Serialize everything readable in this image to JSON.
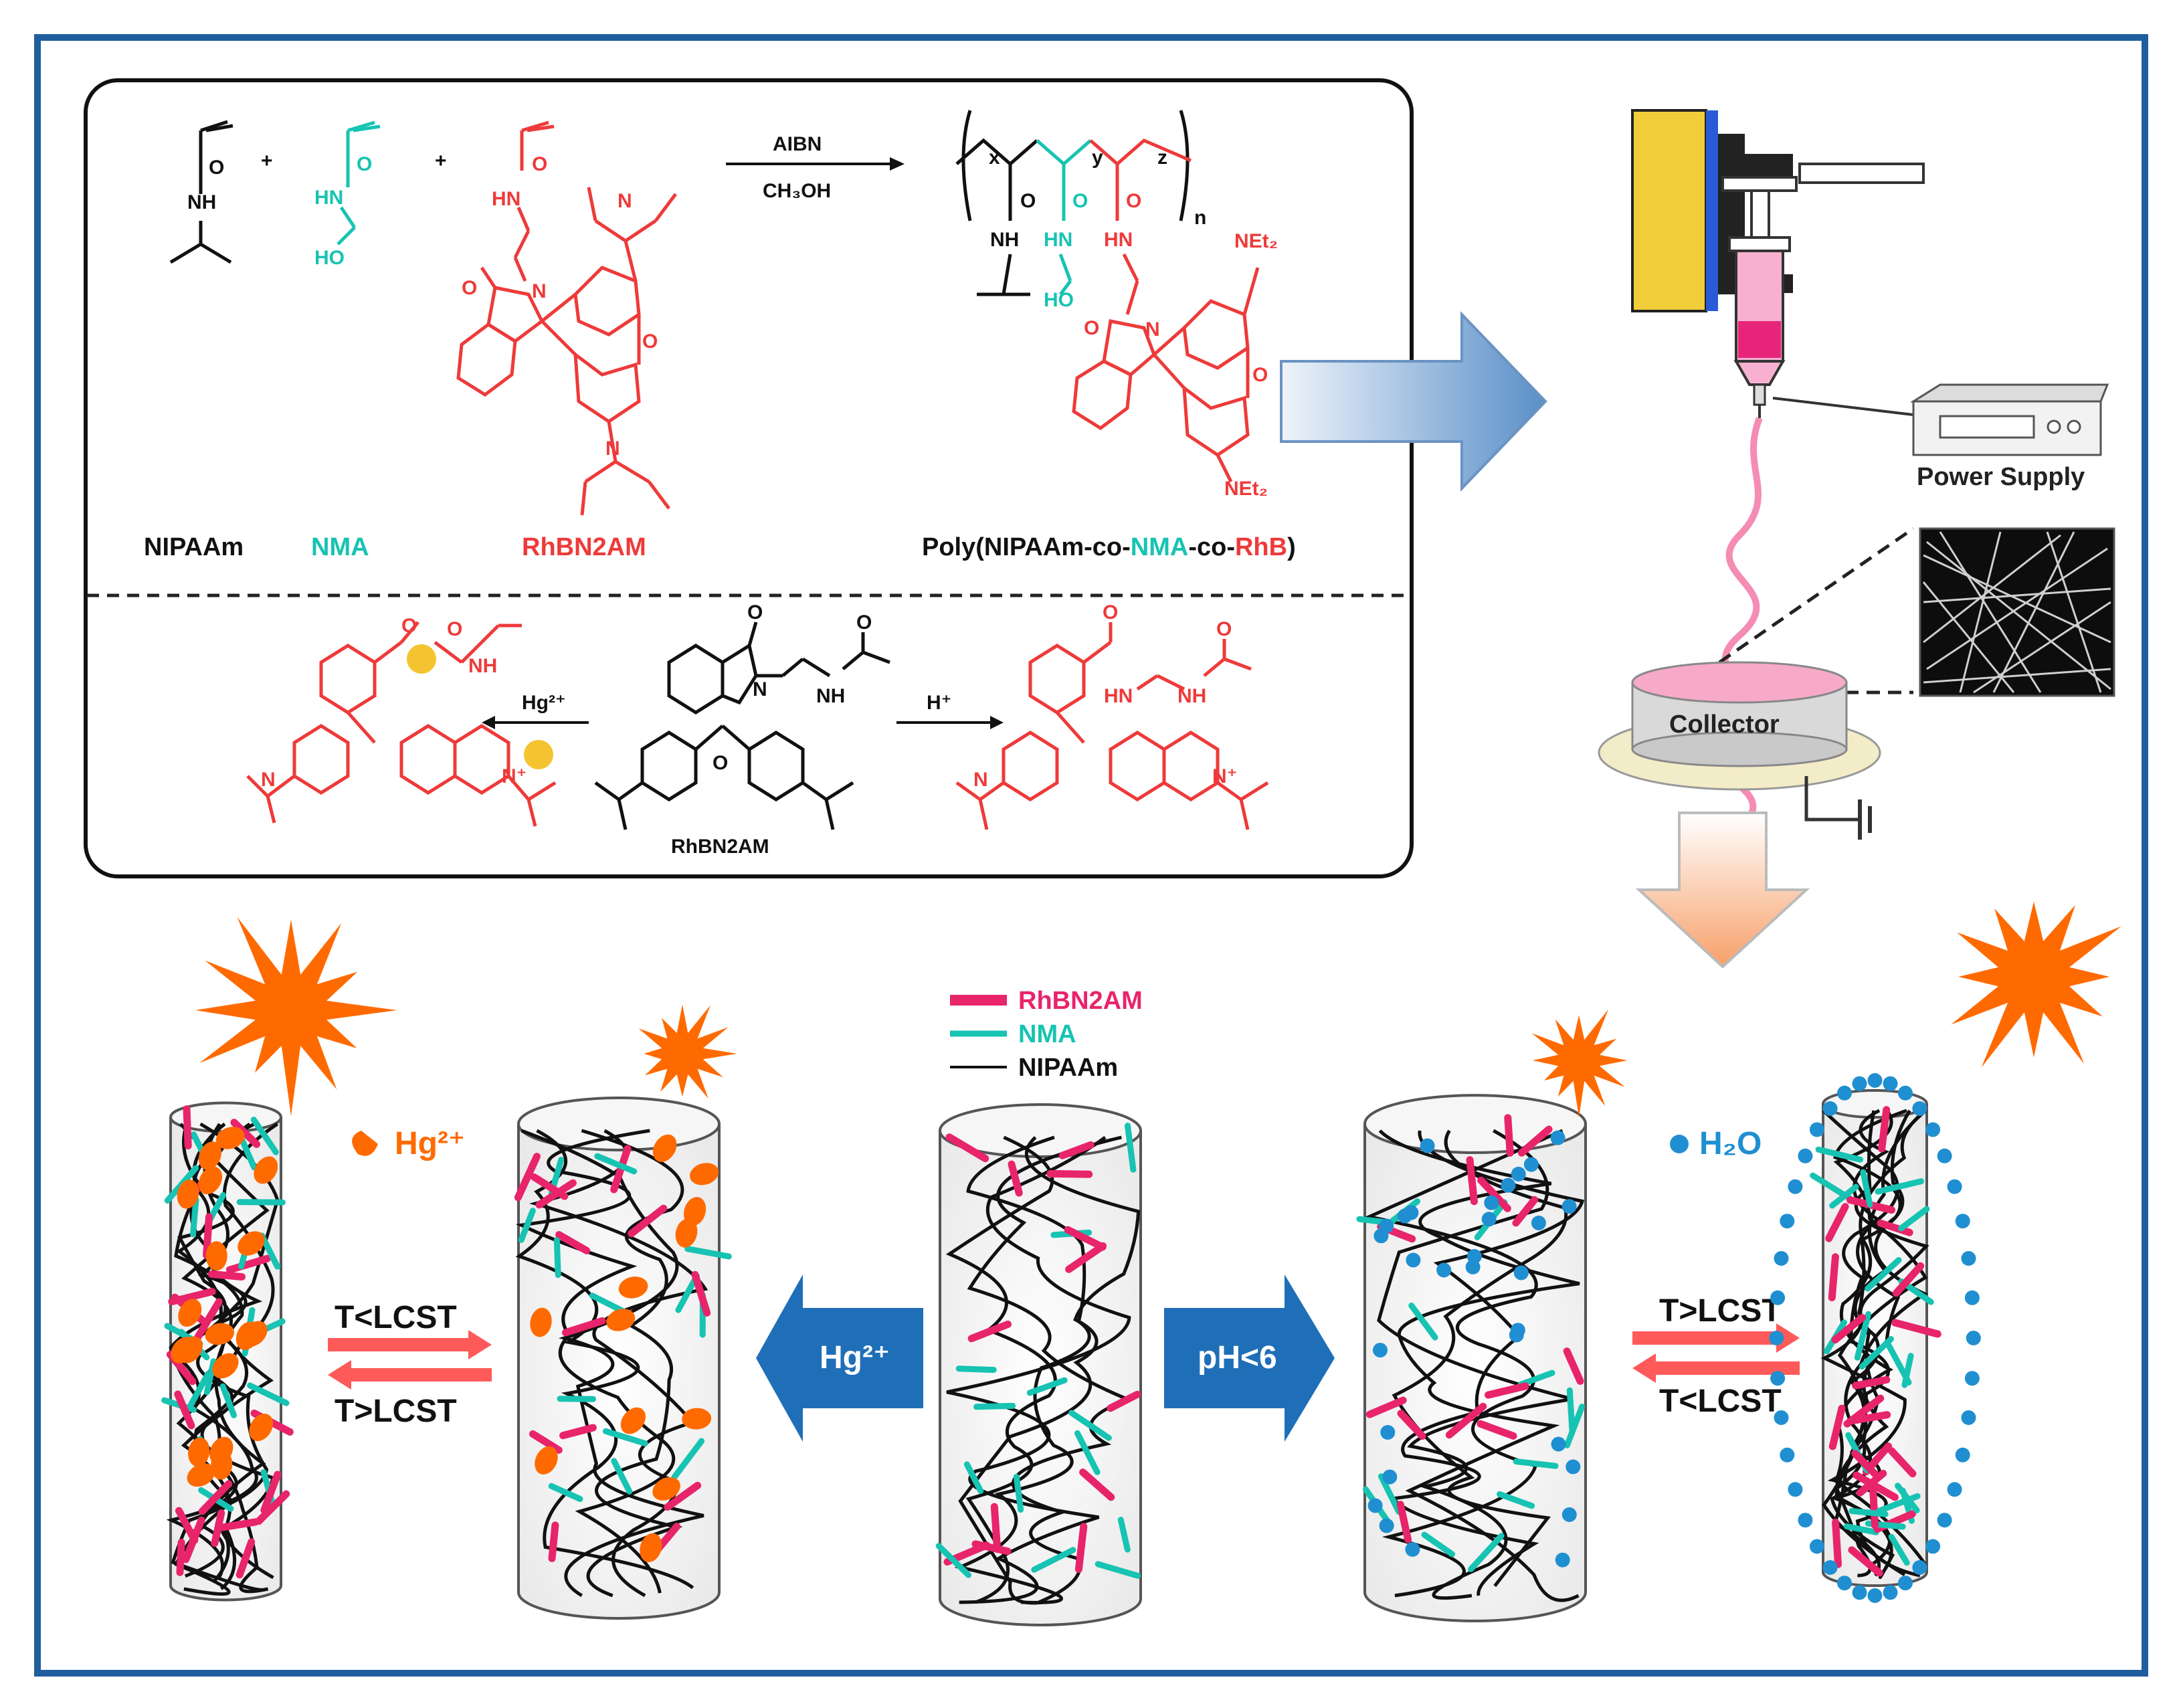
{
  "colors": {
    "frame": "#1f5e9e",
    "red": "#ee3a3a",
    "teal": "#17c3b2",
    "black": "#111111",
    "pink": "#e8246a",
    "orange": "#ff6a00",
    "blue_dot": "#1f8fd1",
    "blue_arrow": "#1f6fb8",
    "yellow": "#f4c430",
    "lcst_arrow": "#ff5a5a"
  },
  "reaction": {
    "reagent_top": "AIBN",
    "reagent_bottom": "CH₃OH",
    "plus": "+",
    "monomers": [
      {
        "name": "NIPAAm",
        "color": "black"
      },
      {
        "name": "NMA",
        "color": "teal"
      },
      {
        "name": "RhBN2AM",
        "color": "red"
      }
    ],
    "product": {
      "prefix": "Poly(NIPAAm-co-",
      "nma": "NMA",
      "mid": "-co-",
      "rhb": "RhB",
      "suffix": ")"
    },
    "atoms": {
      "o": "O",
      "nh": "NH",
      "hn": "HN",
      "ho": "HO",
      "n": "N",
      "x": "x",
      "y": "y",
      "z": "z",
      "n_sub": "n",
      "net2": "NEt₂"
    }
  },
  "sensing": {
    "hg_label": "Hg²⁺",
    "h_label": "H⁺",
    "center_label": "RhBN2AM",
    "n_plus": "N⁺"
  },
  "electrospinning": {
    "power_supply": "Power Supply",
    "collector": "Collector"
  },
  "legend": [
    {
      "label": "RhBN2AM",
      "color": "pink"
    },
    {
      "label": "NMA",
      "color": "teal"
    },
    {
      "label": "NIPAAm",
      "color": "black"
    }
  ],
  "states": {
    "hg_ion": "Hg²⁺",
    "water": "H₂O",
    "left_top": "T<LCST",
    "left_bottom": "T>LCST",
    "right_top": "T>LCST",
    "right_bottom": "T<LCST",
    "arrow_hg": "Hg²⁺",
    "arrow_ph": "pH<6"
  }
}
